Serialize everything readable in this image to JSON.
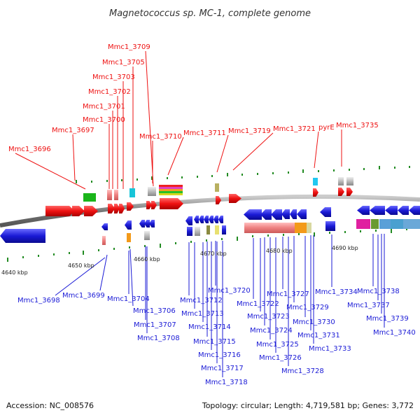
{
  "title": "Magnetococcus sp. MC-1, complete genome",
  "accession": "Accession: NC_008576",
  "topology": "Topology: circular; Length: 4,719,581 bp; Genes: 3,772",
  "colors": {
    "forward": "#ee1111",
    "reverse": "#1a1ad6",
    "backbone": "#888888",
    "tick": "#228b22"
  },
  "kbp_labels": [
    "4640 kbp",
    "4650 kbp",
    "4660 kbp",
    "4670 kbp",
    "4680 kbp",
    "4690 kbp"
  ],
  "forward_labels": [
    "Mmc1_3696",
    "Mmc1_3697",
    "Mmc1_3700",
    "Mmc1_3701",
    "Mmc1_3702",
    "Mmc1_3703",
    "Mmc1_3705",
    "Mmc1_3709",
    "Mmc1_3710",
    "Mmc1_3711",
    "Mmc1_3719",
    "Mmc1_3721",
    "pyrE",
    "Mmc1_3735"
  ],
  "reverse_labels": [
    "Mmc1_3698",
    "Mmc1_3699",
    "Mmc1_3704",
    "Mmc1_3706",
    "Mmc1_3707",
    "Mmc1_3708",
    "Mmc1_3712",
    "Mmc1_3713",
    "Mmc1_3714",
    "Mmc1_3715",
    "Mmc1_3716",
    "Mmc1_3717",
    "Mmc1_3718",
    "Mmc1_3720",
    "Mmc1_3722",
    "Mmc1_3723",
    "Mmc1_3724",
    "Mmc1_3725",
    "Mmc1_3726",
    "Mmc1_3727",
    "Mmc1_3728",
    "Mmc1_3729",
    "Mmc1_3730",
    "Mmc1_3731",
    "Mmc1_3733",
    "Mmc1_3734",
    "Mmc1_3737",
    "Mmc1_3738",
    "Mmc1_3739",
    "Mmc1_3740"
  ]
}
